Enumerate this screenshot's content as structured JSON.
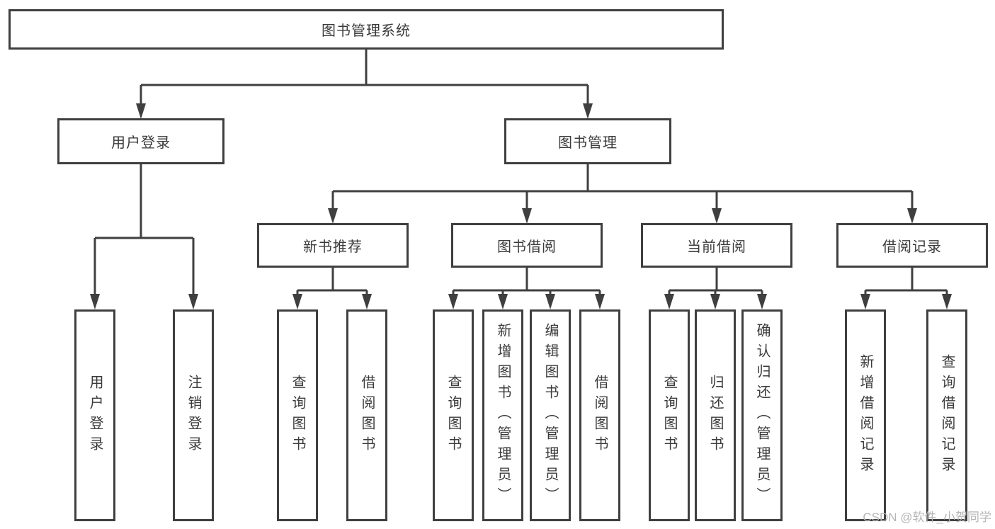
{
  "nodes": {
    "root": "图书管理系统",
    "login": "用户登录",
    "management": "图书管理",
    "new_books": "新书推荐",
    "borrowing": "图书借阅",
    "current": "当前借阅",
    "records": "借阅记录",
    "login_children": [
      "用户登录",
      "注销登录"
    ],
    "new_books_children": [
      "查询图书",
      "借阅图书"
    ],
    "borrowing_children": [
      "查询图书",
      "新增图书（管理员）",
      "编辑图书（管理员）",
      "借阅图书"
    ],
    "current_children": [
      "查询图书",
      "归还图书",
      "确认归还（管理员）"
    ],
    "records_children": [
      "新增借阅记录",
      "查询借阅记录"
    ]
  },
  "watermark": "CSDN @软件_小贺同学",
  "colors": {
    "line": "#3f3f3f",
    "text": "#3b3b3b",
    "box_fill": "#ffffff",
    "background": "#ffffff",
    "watermark": "#b5b5b5"
  }
}
